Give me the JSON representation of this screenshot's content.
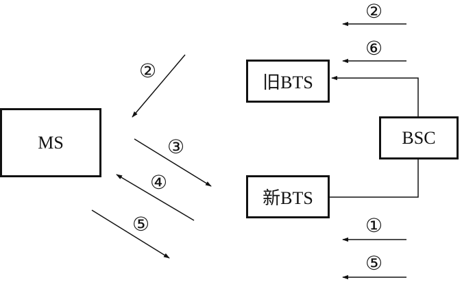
{
  "nodes": {
    "ms": "MS",
    "old_bts": "旧BTS",
    "new_bts": "新BTS",
    "bsc": "BSC"
  },
  "steps": {
    "air_2": "②",
    "air_3": "③",
    "air_4": "④",
    "air_5": "⑤",
    "right_2": "②",
    "right_6": "⑥",
    "right_1": "①",
    "right_5": "⑤"
  }
}
